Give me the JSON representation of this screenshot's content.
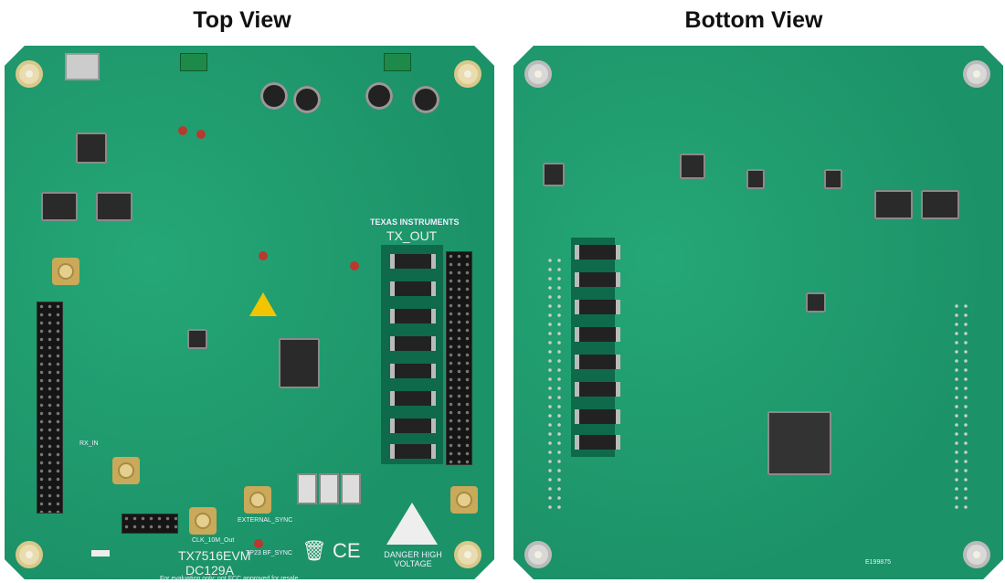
{
  "top_view": {
    "title": "Top View",
    "board_name": "TX7516EVM",
    "board_code": "DC129A",
    "disclaimer": "For evaluation only; not FCC approved for resale.",
    "logo_text": "TEXAS INSTRUMENTS",
    "tx_out_label": "TX_OUT",
    "warning_text": "DANGER HIGH VOLTAGE",
    "connectors": [
      "EXTERNAL_SYNC",
      "CLK_10M_Out"
    ],
    "test_point": "TP23 BF_SYNC",
    "rx_label": "RX_IN"
  },
  "bottom_view": {
    "title": "Bottom View",
    "serial": "E199875"
  },
  "colors": {
    "pcb": "#1f9a6e",
    "gold": "#c9a95a"
  }
}
